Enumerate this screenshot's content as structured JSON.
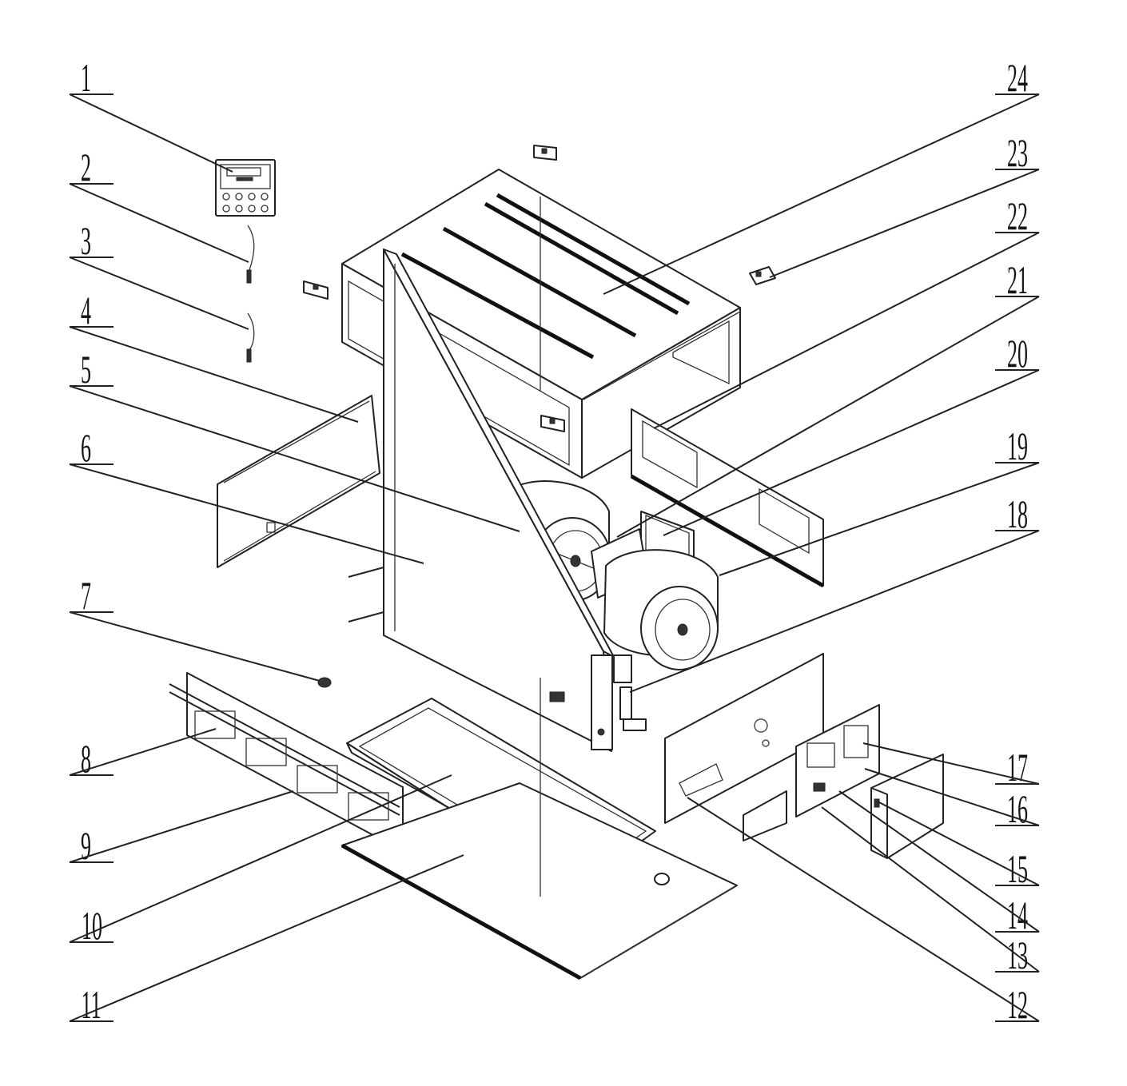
{
  "callouts": [
    {
      "id": "1",
      "text": "1"
    },
    {
      "id": "2",
      "text": "2"
    },
    {
      "id": "3",
      "text": "3"
    },
    {
      "id": "4",
      "text": "4"
    },
    {
      "id": "5",
      "text": "5"
    },
    {
      "id": "6",
      "text": "6"
    },
    {
      "id": "7",
      "text": "7"
    },
    {
      "id": "8",
      "text": "8"
    },
    {
      "id": "9",
      "text": "9"
    },
    {
      "id": "10",
      "text": "10"
    },
    {
      "id": "11",
      "text": "11"
    },
    {
      "id": "12",
      "text": "12"
    },
    {
      "id": "13",
      "text": "13"
    },
    {
      "id": "14",
      "text": "14"
    },
    {
      "id": "15",
      "text": "15"
    },
    {
      "id": "16",
      "text": "16"
    },
    {
      "id": "17",
      "text": "17"
    },
    {
      "id": "18",
      "text": "18"
    },
    {
      "id": "19",
      "text": "19"
    },
    {
      "id": "20",
      "text": "20"
    },
    {
      "id": "21",
      "text": "21"
    },
    {
      "id": "22",
      "text": "22"
    },
    {
      "id": "23",
      "text": "23"
    },
    {
      "id": "24",
      "text": "24"
    }
  ]
}
